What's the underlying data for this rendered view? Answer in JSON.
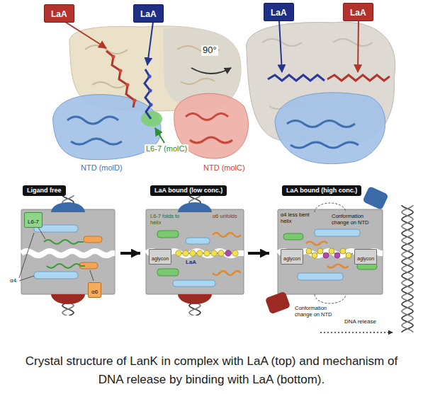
{
  "diagram": {
    "caption": "Crystal structure of LanK in complex with LaA (top) and mechanism of DNA release by binding with LaA (bottom).",
    "nodes": [
      {
        "text": [
          "LaA"
        ]
      },
      {
        "text": [
          "LaA"
        ]
      },
      {
        "text": [
          "LaA"
        ]
      },
      {
        "text": [
          "LaA"
        ]
      },
      {
        "text": [
          "Ligand free"
        ]
      },
      {
        "text": [
          "L6-7"
        ],
        "in": 4
      },
      {
        "text": [
          "α6"
        ],
        "in": 4
      },
      {
        "text": [
          "LaA bound (low conc.)"
        ]
      },
      {
        "text": [
          "aglycon"
        ],
        "in": 7
      },
      {
        "text": [
          "LaA bound (high conc.)"
        ]
      },
      {
        "text": [
          "aglycon"
        ],
        "in": 9
      },
      {
        "text": [
          "aglycon"
        ],
        "in": 9
      }
    ],
    "edges": [
      {
        "from": 4,
        "to": 7,
        "arrow": "to"
      },
      {
        "from": 7,
        "to": 9,
        "arrow": "to"
      }
    ],
    "labels": [
      "L6-7 (molC)",
      "NTD (molD)",
      "NTD (molC)",
      "90°",
      "α4",
      "L6-7 folds to helix",
      "α6 unfolds",
      "LaA",
      "α4 less bent helix",
      "Conformation change on NTD",
      "Conformation change on NTD",
      "DNA release"
    ]
  }
}
